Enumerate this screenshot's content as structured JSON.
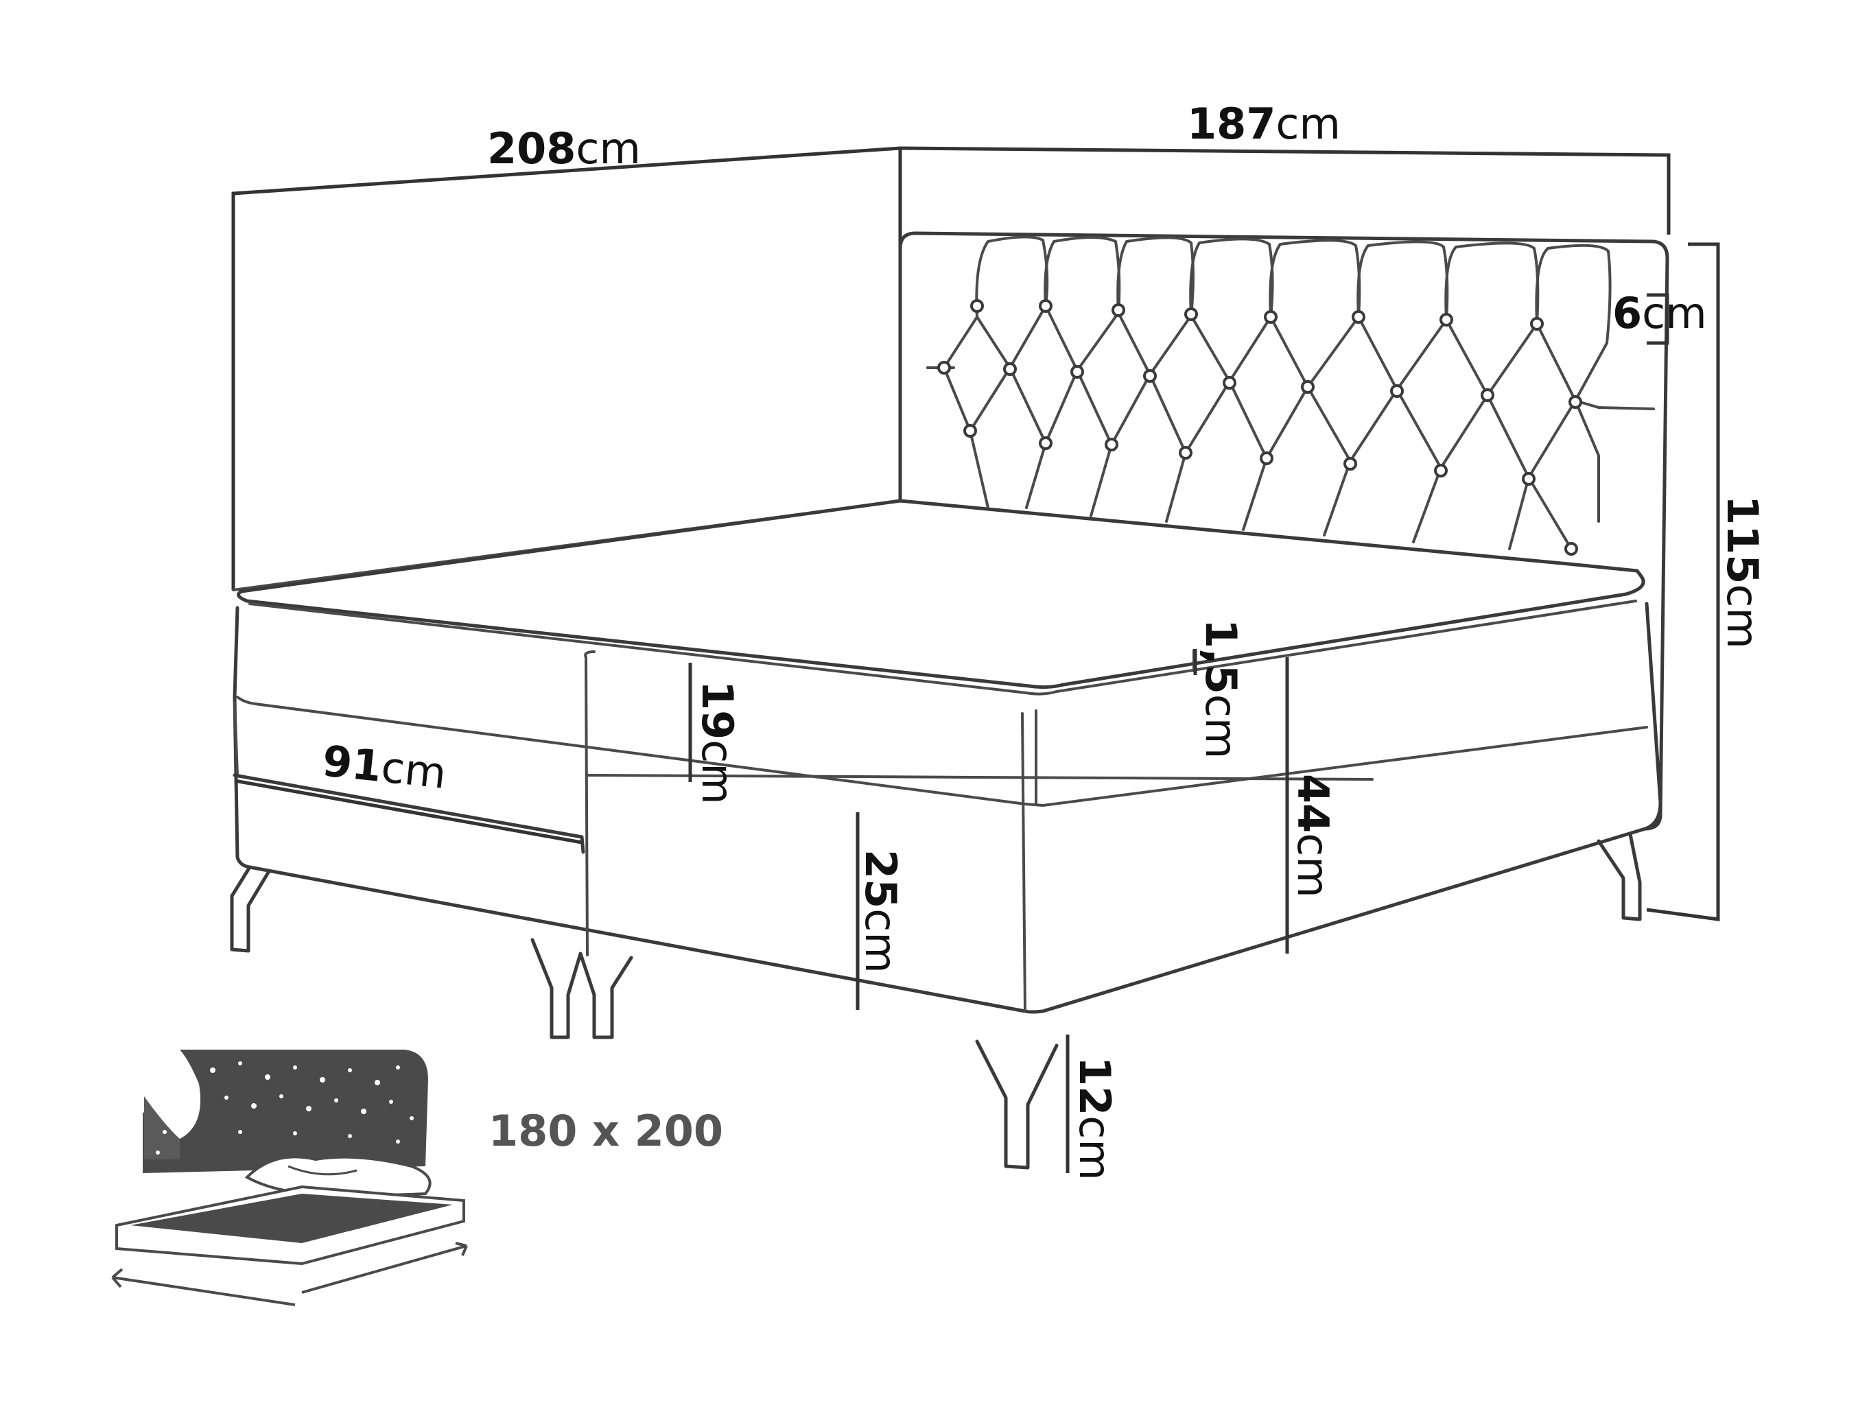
{
  "dimensions": {
    "length": {
      "num": "208",
      "unit": "cm"
    },
    "width": {
      "num": "187",
      "unit": "cm"
    },
    "headboard_thickness": {
      "num": "6",
      "unit": "cm"
    },
    "total_height": {
      "num": "115",
      "unit": "cm"
    },
    "topper_height": {
      "num": "1,5",
      "unit": "cm"
    },
    "mattress_height": {
      "num": "19",
      "unit": "cm"
    },
    "drawer_width": {
      "num": "91",
      "unit": "cm"
    },
    "box_height": {
      "num": "25",
      "unit": "cm"
    },
    "bed_height": {
      "num": "44",
      "unit": "cm"
    },
    "leg_height": {
      "num": "12",
      "unit": "cm"
    }
  },
  "sleeping_area": "180 x 200",
  "icons": {
    "bed_storage_icon": "bed-with-stars-icon"
  },
  "colors": {
    "line": "#3a3a3a",
    "text": "#111111",
    "muted_text": "#555555",
    "icon_fill": "#4a4a4a"
  }
}
